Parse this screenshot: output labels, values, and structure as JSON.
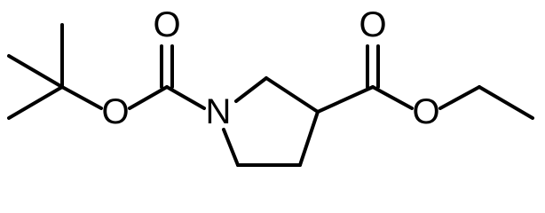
{
  "molecule": {
    "atoms": {
      "carbonyl_o_left": "O",
      "ester_o_left": "O",
      "ring_n": "N",
      "carbonyl_o_right": "O",
      "ester_o_right": "O"
    }
  },
  "style": {
    "line_color": "#000000",
    "background": "#ffffff"
  }
}
